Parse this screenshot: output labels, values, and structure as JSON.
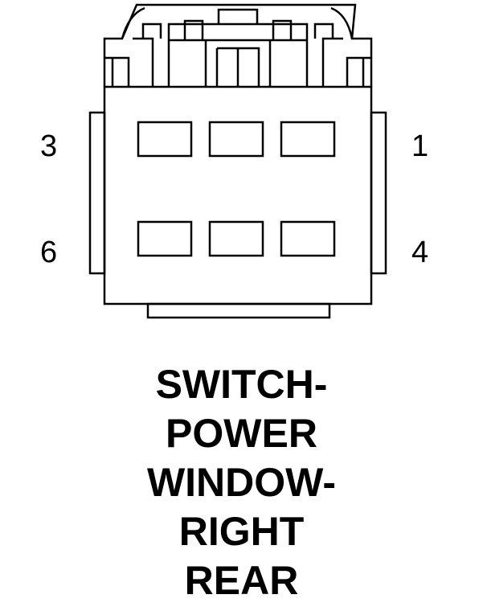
{
  "pin_labels": {
    "top_left": "3",
    "top_right": "1",
    "bottom_left": "6",
    "bottom_right": "4"
  },
  "caption": {
    "lines": [
      "SWITCH-",
      "POWER",
      "WINDOW-",
      "RIGHT",
      "REAR"
    ]
  },
  "colors": {
    "stroke": "#000000",
    "background": "#ffffff"
  }
}
